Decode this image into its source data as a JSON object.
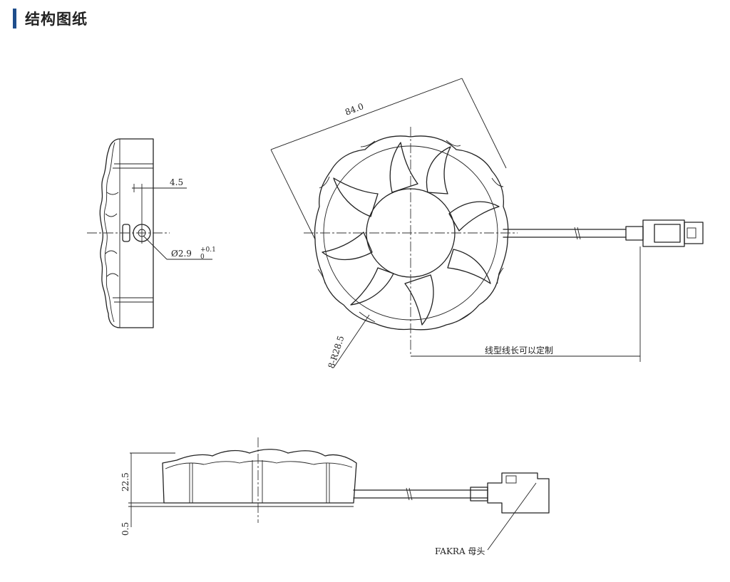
{
  "header": {
    "title": "结构图纸",
    "accent_color": "#1f4e8c"
  },
  "side_view": {
    "dim_offset": "4.5",
    "dim_hole_main": "Ø2.9",
    "dim_hole_tol_upper": "+0.1",
    "dim_hole_tol_lower": "0"
  },
  "front_view": {
    "dim_diameter": "84.0",
    "dim_radius": "8-R28.5",
    "dim_cable_note": "线型线长可以定制"
  },
  "bottom_view": {
    "dim_height": "22.5",
    "dim_base": "0.5",
    "connector_label": "FAKRA 母头"
  }
}
